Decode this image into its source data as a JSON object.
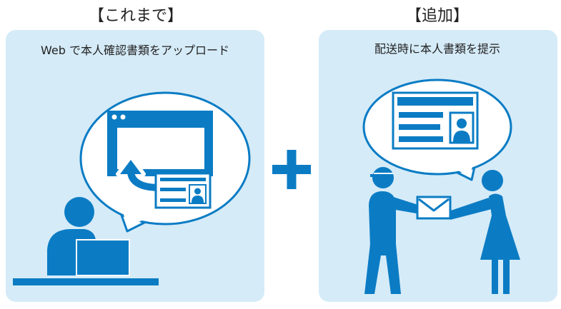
{
  "left": {
    "heading": "【これまで】",
    "caption": "Web で本人確認書類をアップロード"
  },
  "right": {
    "heading": "【追加】",
    "caption": "配送時に本人書類を提示"
  },
  "colors": {
    "accent": "#0b7cc4",
    "panel": "#d5ebf8"
  }
}
